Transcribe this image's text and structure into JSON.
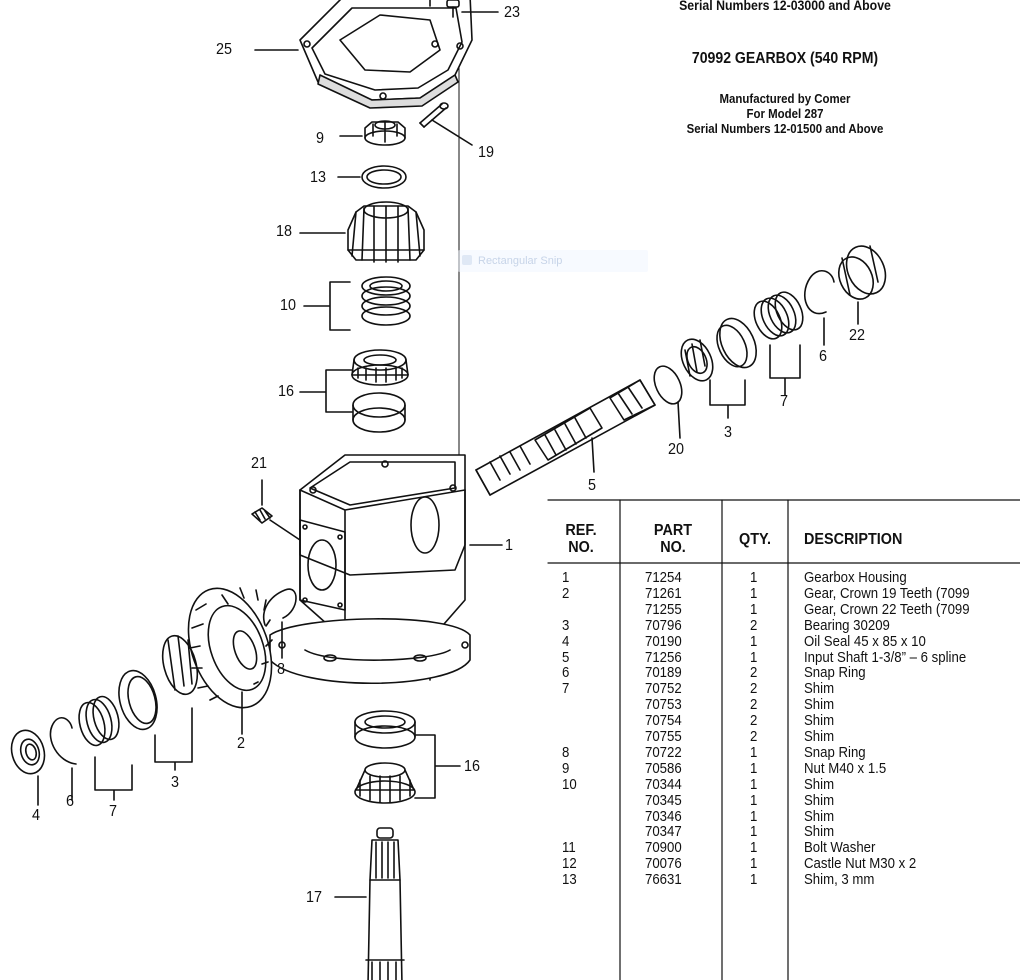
{
  "header": {
    "serial_top": "Serial Numbers 12-03000 and Above",
    "title": "70992 GEARBOX (540 RPM)",
    "manufacturer": "Manufactured by Comer",
    "model": "For Model 287",
    "serial": "Serial Numbers 12-01500 and Above"
  },
  "overlay": {
    "snip_label": "Rectangular Snip"
  },
  "callouts": {
    "c25": "25",
    "c23": "23",
    "c9": "9",
    "c19": "19",
    "c13": "13",
    "c18": "18",
    "c10": "10",
    "c16a": "16",
    "c21": "21",
    "c1": "1",
    "c22": "22",
    "c6a": "6",
    "c7a": "7",
    "c3a": "3",
    "c20": "20",
    "c5": "5",
    "c8": "8",
    "c2": "2",
    "c3b": "3",
    "c7b": "7",
    "c6b": "6",
    "c4": "4",
    "c16b": "16",
    "c17": "17"
  },
  "table": {
    "headers": {
      "ref_1": "REF.",
      "ref_2": "NO.",
      "part_1": "PART",
      "part_2": "NO.",
      "qty": "QTY.",
      "desc": "DESCRIPTION"
    },
    "rows": [
      {
        "ref": "1",
        "part": "71254",
        "qty": "1",
        "desc": "Gearbox Housing"
      },
      {
        "ref": "2",
        "part": "71261",
        "qty": "1",
        "desc": "Gear, Crown 19 Teeth (7099"
      },
      {
        "ref": "",
        "part": "71255",
        "qty": "1",
        "desc": "Gear, Crown 22 Teeth (7099"
      },
      {
        "ref": "3",
        "part": "70796",
        "qty": "2",
        "desc": "Bearing 30209"
      },
      {
        "ref": "4",
        "part": "70190",
        "qty": "1",
        "desc": "Oil Seal 45 x 85 x 10"
      },
      {
        "ref": "5",
        "part": "71256",
        "qty": "1",
        "desc": "Input Shaft 1-3/8” – 6 spline"
      },
      {
        "ref": "6",
        "part": "70189",
        "qty": "2",
        "desc": "Snap Ring"
      },
      {
        "ref": "7",
        "part": "70752",
        "qty": "2",
        "desc": "Shim"
      },
      {
        "ref": "",
        "part": "70753",
        "qty": "2",
        "desc": "Shim"
      },
      {
        "ref": "",
        "part": "70754",
        "qty": "2",
        "desc": "Shim"
      },
      {
        "ref": "",
        "part": "70755",
        "qty": "2",
        "desc": "Shim"
      },
      {
        "ref": "8",
        "part": "70722",
        "qty": "1",
        "desc": "Snap Ring"
      },
      {
        "ref": "9",
        "part": "70586",
        "qty": "1",
        "desc": "Nut M40 x 1.5"
      },
      {
        "ref": "10",
        "part": "70344",
        "qty": "1",
        "desc": "Shim"
      },
      {
        "ref": "",
        "part": "70345",
        "qty": "1",
        "desc": "Shim"
      },
      {
        "ref": "",
        "part": "70346",
        "qty": "1",
        "desc": "Shim"
      },
      {
        "ref": "",
        "part": "70347",
        "qty": "1",
        "desc": "Shim"
      },
      {
        "ref": "11",
        "part": "70900",
        "qty": "1",
        "desc": "Bolt Washer"
      },
      {
        "ref": "12",
        "part": "70076",
        "qty": "1",
        "desc": "Castle Nut M30 x 2"
      },
      {
        "ref": "13",
        "part": "76631",
        "qty": "1",
        "desc": "Shim, 3 mm"
      }
    ]
  }
}
